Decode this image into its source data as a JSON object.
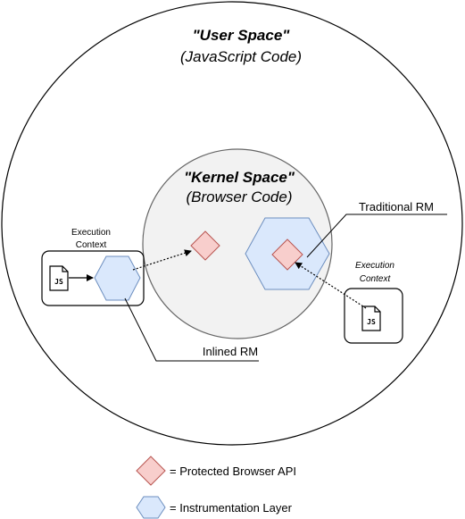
{
  "user_space": {
    "title": "\"User Space\"",
    "subtitle": "(JavaScript Code)"
  },
  "kernel_space": {
    "title": "\"Kernel Space\"",
    "subtitle": "(Browser Code)"
  },
  "left_context": {
    "label_line1": "Execution",
    "label_line2": "Context",
    "js_label": "JS"
  },
  "right_context": {
    "label_line1": "Execution",
    "label_line2": "Context",
    "js_label": "JS"
  },
  "callouts": {
    "traditional_rm": "Traditional RM",
    "inlined_rm": "Inlined RM"
  },
  "legend": {
    "protected_api": "= Protected Browser API",
    "instrumentation": "= Instrumentation Layer"
  },
  "colors": {
    "kernel_fill": "#f2f2f2",
    "diamond_fill": "#f8cecc",
    "diamond_stroke": "#b85450",
    "hex_fill": "#dae8fc",
    "hex_stroke": "#6c8ebf"
  }
}
